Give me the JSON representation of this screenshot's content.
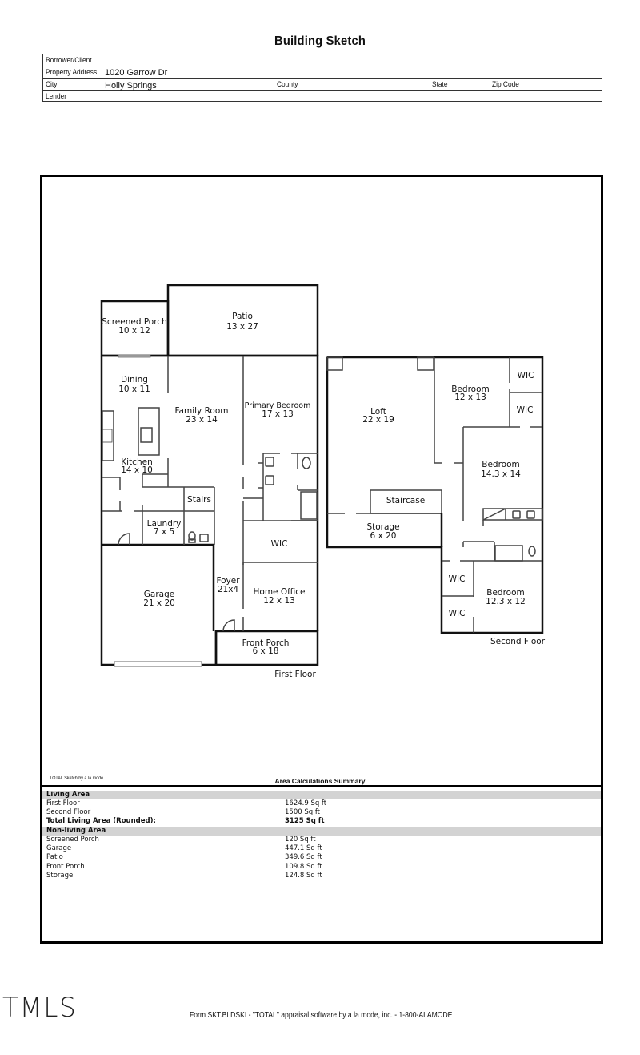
{
  "document": {
    "title": "Building Sketch",
    "header": {
      "borrower_label": "Borrower/Client",
      "borrower_value": "",
      "address_label": "Property Address",
      "address_value": "1020 Garrow Dr",
      "city_label": "City",
      "city_value": "Holly Springs",
      "county_label": "County",
      "state_label": "State",
      "zip_label": "Zip Code",
      "lender_label": "Lender"
    }
  },
  "plan": {
    "first_floor": {
      "label": "First Floor",
      "rooms": [
        {
          "name": "Screened Porch",
          "dims": "10 x 12"
        },
        {
          "name": "Patio",
          "dims": "13 x 27"
        },
        {
          "name": "Dining",
          "dims": "10 x 11"
        },
        {
          "name": "Family Room",
          "dims": "23 x 14"
        },
        {
          "name": "Primary Bedroom",
          "dims": "17 x 13"
        },
        {
          "name": "Kitchen",
          "dims": "14 x 10"
        },
        {
          "name": "Stairs",
          "dims": ""
        },
        {
          "name": "Laundry",
          "dims": "7 x 5"
        },
        {
          "name": "WIC",
          "dims": ""
        },
        {
          "name": "Garage",
          "dims": "21 x 20"
        },
        {
          "name": "Foyer",
          "dims": "21x4"
        },
        {
          "name": "Home Office",
          "dims": "12 x 13"
        },
        {
          "name": "Front Porch",
          "dims": "6 x 18"
        }
      ]
    },
    "second_floor": {
      "label": "Second Floor",
      "rooms": [
        {
          "name": "Loft",
          "dims": "22 x 19"
        },
        {
          "name": "Bedroom",
          "dims": "12 x 13"
        },
        {
          "name": "WIC",
          "dims": ""
        },
        {
          "name": "WIC",
          "dims": ""
        },
        {
          "name": "Bedroom",
          "dims": "14.3 x 14"
        },
        {
          "name": "Staircase",
          "dims": ""
        },
        {
          "name": "Storage",
          "dims": "6 x 20"
        },
        {
          "name": "WIC",
          "dims": ""
        },
        {
          "name": "Bedroom",
          "dims": "12.3 x 12"
        },
        {
          "name": "WIC",
          "dims": ""
        }
      ]
    }
  },
  "summary": {
    "credit": "TOTAL Sketch by a la mode",
    "title": "Area Calculations Summary",
    "living_header": "Living Area",
    "living": [
      {
        "label": "First Floor",
        "value": "1624.9 Sq ft"
      },
      {
        "label": "Second Floor",
        "value": "1500 Sq ft"
      }
    ],
    "total_label": "Total Living Area (Rounded):",
    "total_value": "3125 Sq ft",
    "nonliving_header": "Non-living Area",
    "nonliving": [
      {
        "label": "Screened Porch",
        "value": "120 Sq ft"
      },
      {
        "label": "Garage",
        "value": "447.1 Sq ft"
      },
      {
        "label": "Patio",
        "value": "349.6 Sq ft"
      },
      {
        "label": "Front Porch",
        "value": "109.8 Sq ft"
      },
      {
        "label": "Storage",
        "value": "124.8 Sq ft"
      }
    ]
  },
  "watermark": "TMLS",
  "footer": "Form SKT.BLDSKI - \"TOTAL\" appraisal software by a la mode, inc. - 1-800-ALAMODE",
  "colors": {
    "band": "#d3d3d3",
    "wall": "#111111",
    "inner_wall": "#444444"
  }
}
